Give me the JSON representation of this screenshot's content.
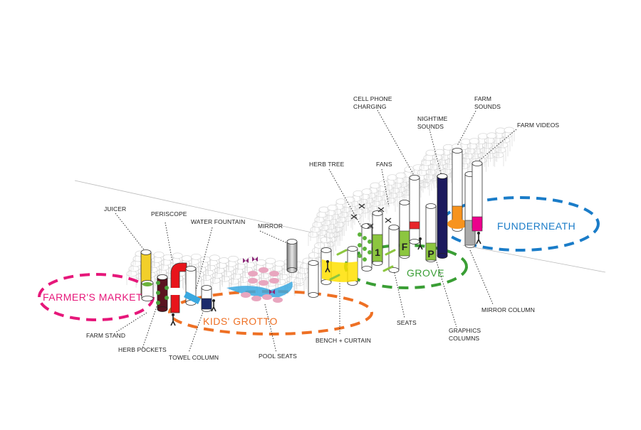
{
  "diagram": {
    "zones": [
      {
        "id": "farmers-market",
        "label": "FARMER'S MARKET",
        "color": "#e6177a"
      },
      {
        "id": "kids-grotto",
        "label": "KIDS' GROTTO",
        "color": "#ee7024"
      },
      {
        "id": "grove",
        "label": "GROVE",
        "color": "#3a9e35"
      },
      {
        "id": "funderneath",
        "label": "FUNDERNEATH",
        "color": "#1a7cc8"
      }
    ],
    "callouts": [
      {
        "id": "juicer",
        "label": "JUICER"
      },
      {
        "id": "periscope",
        "label": "PERISCOPE"
      },
      {
        "id": "water-fountain",
        "label": "WATER FOUNTAIN"
      },
      {
        "id": "mirror",
        "label": "MIRROR"
      },
      {
        "id": "herb-tree",
        "label": "HERB TREE"
      },
      {
        "id": "fans",
        "label": "FANS"
      },
      {
        "id": "cell-phone-charging",
        "label": "CELL PHONE\nCHARGING"
      },
      {
        "id": "nightime-sounds",
        "label": "NIGHTIME\nSOUNDS"
      },
      {
        "id": "farm-sounds",
        "label": "FARM\nSOUNDS"
      },
      {
        "id": "farm-videos",
        "label": "FARM VIDEOS"
      },
      {
        "id": "farm-stand",
        "label": "FARM STAND"
      },
      {
        "id": "herb-pockets",
        "label": "HERB POCKETS"
      },
      {
        "id": "towel-column",
        "label": "TOWEL COLUMN"
      },
      {
        "id": "pool-seats",
        "label": "POOL SEATS"
      },
      {
        "id": "bench-curtain",
        "label": "BENCH + CURTAIN"
      },
      {
        "id": "seats",
        "label": "SEATS"
      },
      {
        "id": "graphics-columns",
        "label": "GRAPHICS\nCOLUMNS"
      },
      {
        "id": "mirror-column",
        "label": "MIRROR COLUMN"
      }
    ],
    "graphics_letters": [
      "1",
      "F",
      "P"
    ],
    "colors": {
      "juicer": "#f2cf2a",
      "periscope": "#e8141b",
      "herb_pockets": "#5a1320",
      "towel": "#1b2a6b",
      "water": "#3aa8e0",
      "pool_seats": "#e8a6bf",
      "butterfly": "#8c2a7a",
      "curtain": "#ffe000",
      "graphics": "#8cc63f",
      "nightime": "#1c1a5e",
      "farm_sounds": "#f7931e",
      "farm_videos": "#ec008c",
      "charging": "#e8262b",
      "mirror": "#a8a8a8",
      "grid": "#d5d5d5"
    }
  }
}
